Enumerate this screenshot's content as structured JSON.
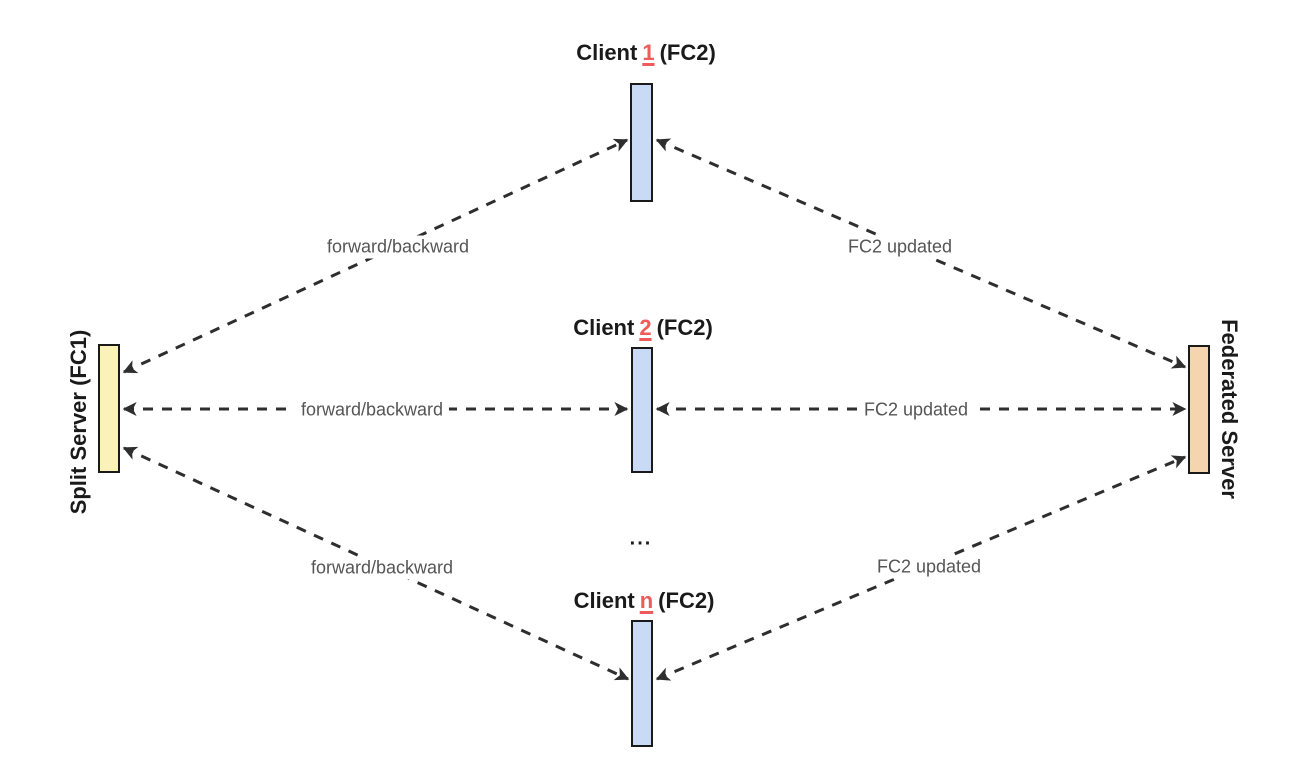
{
  "diagram": {
    "split_server": {
      "label": "Split Server (FC1)",
      "fill": "#fbf2ba"
    },
    "federated_server": {
      "label": "Federated Server",
      "fill": "#f5d5b0"
    },
    "clients": [
      {
        "prefix": "Client",
        "id": "1",
        "suffix": "(FC2)"
      },
      {
        "prefix": "Client",
        "id": "2",
        "suffix": "(FC2)"
      },
      {
        "prefix": "Client",
        "id": "n",
        "suffix": "(FC2)"
      }
    ],
    "client_fill": "#c8daf6",
    "ellipsis": "...",
    "edges": [
      {
        "from": "split-server",
        "to": "client-1",
        "label": "forward/backward",
        "style": "dashed",
        "bidirectional": true
      },
      {
        "from": "client-1",
        "to": "federated-server",
        "label": "FC2 updated",
        "style": "dashed",
        "bidirectional": true
      },
      {
        "from": "split-server",
        "to": "client-2",
        "label": "forward/backward",
        "style": "dashed",
        "bidirectional": true
      },
      {
        "from": "client-2",
        "to": "federated-server",
        "label": "FC2 updated",
        "style": "dashed",
        "bidirectional": true
      },
      {
        "from": "split-server",
        "to": "client-n",
        "label": "forward/backward",
        "style": "dashed",
        "bidirectional": true
      },
      {
        "from": "client-n",
        "to": "federated-server",
        "label": "FC2 updated",
        "style": "dashed",
        "bidirectional": true
      }
    ],
    "colors": {
      "line": "#2e2e2e",
      "node_border": "#1a1a1a",
      "client_id_accent": "#ee5b5b",
      "edge_label_text": "#555555",
      "background": "#ffffff"
    }
  }
}
